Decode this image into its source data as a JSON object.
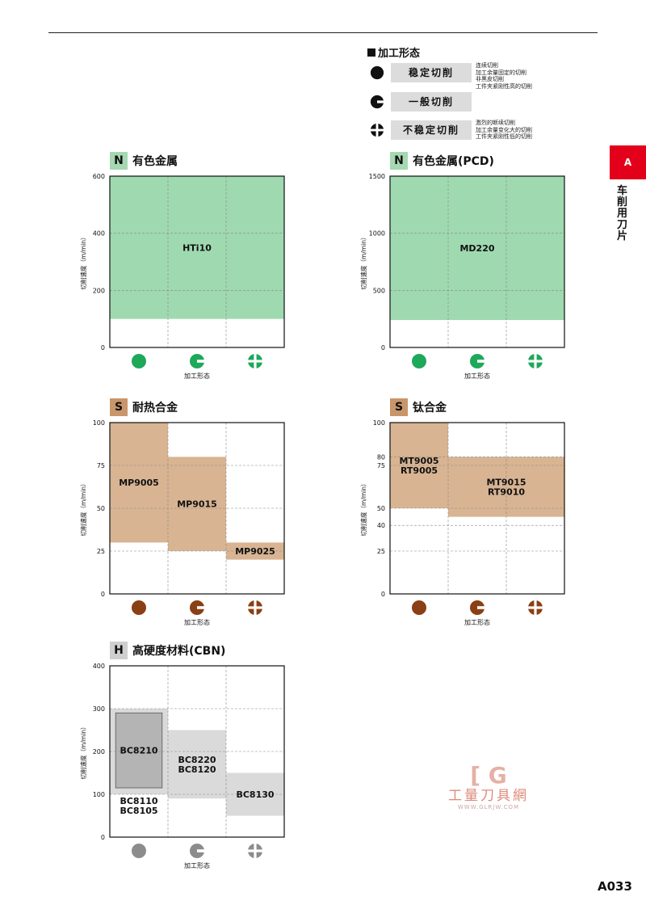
{
  "legend": {
    "title": "加工形态",
    "rows": [
      {
        "icon": "full-circle-icon",
        "label": "稳定切削",
        "desc": "连续切削\n加工余量固定的切削\n非黑皮切削\n工件夹紧刚性高的切削"
      },
      {
        "icon": "notched-circle-icon",
        "label": "一般切削",
        "desc": ""
      },
      {
        "icon": "cross-circle-icon",
        "label": "不稳定切削",
        "desc": "激烈的断续切削\n加工余量变化大的切削\n工件夹紧刚性低的切削"
      }
    ]
  },
  "side_tab": {
    "letter": "A",
    "label": "车削用刀片"
  },
  "page_number": "A033",
  "watermark": {
    "mark": "[ G",
    "text": "工量刀具網",
    "url": "WWW.GLRJW.COM"
  },
  "chart_data": [
    {
      "type": "bar",
      "code": "N",
      "title": "有色金属",
      "ylabel": "切削速度（m/min）",
      "xlabel": "加工形态",
      "categories": [
        "稳定切削",
        "一般切削",
        "不稳定切削"
      ],
      "ylim": [
        0,
        600
      ],
      "yticks": [
        0,
        200,
        400,
        600
      ],
      "grid": true,
      "colors": {
        "code_bg": "#a6d8b2",
        "fill": "#9fd9b0",
        "icon": "#1ea85a"
      },
      "bars": [
        {
          "name": "HTi10",
          "x_from": 0,
          "x_to": 3,
          "y_from": 100,
          "y_to": 600
        }
      ]
    },
    {
      "type": "bar",
      "code": "N",
      "title": "有色金属(PCD)",
      "ylabel": "切削速度（m/min）",
      "xlabel": "加工形态",
      "categories": [
        "稳定切削",
        "一般切削",
        "不稳定切削"
      ],
      "ylim": [
        0,
        1500
      ],
      "yticks": [
        0,
        500,
        1000,
        1500
      ],
      "grid": true,
      "colors": {
        "code_bg": "#a6d8b2",
        "fill": "#9fd9b0",
        "icon": "#1ea85a"
      },
      "bars": [
        {
          "name": "MD220",
          "x_from": 0,
          "x_to": 3,
          "y_from": 240,
          "y_to": 1500
        }
      ]
    },
    {
      "type": "bar",
      "code": "S",
      "title": "耐热合金",
      "ylabel": "切削速度（m/min）",
      "xlabel": "加工形态",
      "categories": [
        "稳定切削",
        "一般切削",
        "不稳定切削"
      ],
      "ylim": [
        0,
        100
      ],
      "yticks": [
        0,
        25,
        50,
        75,
        100
      ],
      "grid": true,
      "colors": {
        "code_bg": "#c9956b",
        "fill": "#d8b492",
        "icon": "#8a3f14"
      },
      "bars": [
        {
          "name": "MP9005",
          "x_from": 0,
          "x_to": 1,
          "y_from": 30,
          "y_to": 100
        },
        {
          "name": "MP9015",
          "x_from": 1,
          "x_to": 2,
          "y_from": 25,
          "y_to": 80
        },
        {
          "name": "MP9025",
          "x_from": 2,
          "x_to": 3,
          "y_from": 20,
          "y_to": 30
        }
      ]
    },
    {
      "type": "bar",
      "code": "S",
      "title": "钛合金",
      "ylabel": "切削速度（m/min）",
      "xlabel": "加工形态",
      "categories": [
        "稳定切削",
        "一般切削",
        "不稳定切削"
      ],
      "ylim": [
        0,
        100
      ],
      "yticks": [
        0,
        25,
        40,
        50,
        75,
        80,
        100
      ],
      "grid": true,
      "colors": {
        "code_bg": "#c9956b",
        "fill": "#d8b492",
        "icon": "#8a3f14"
      },
      "bars": [
        {
          "name": "MT9005\nRT9005",
          "x_from": 0,
          "x_to": 1,
          "y_from": 50,
          "y_to": 100
        },
        {
          "name": "MT9015\nRT9010",
          "x_from": 1,
          "x_to": 3,
          "y_from": 45,
          "y_to": 80
        }
      ]
    },
    {
      "type": "bar",
      "code": "H",
      "title": "高硬度材料(CBN)",
      "ylabel": "切削速度（m/min）",
      "xlabel": "加工形态",
      "categories": [
        "稳定切削",
        "一般切削",
        "不稳定切削"
      ],
      "ylim": [
        0,
        400
      ],
      "yticks": [
        0,
        100,
        200,
        300,
        400
      ],
      "grid": true,
      "colors": {
        "code_bg": "#cfcfcf",
        "fill": "#dadada",
        "icon": "#8c8c8c"
      },
      "bars": [
        {
          "name": "BC8110\nBC8105",
          "x_from": 0,
          "x_to": 1,
          "y_from": 100,
          "y_to": 300,
          "label_pos": "below"
        },
        {
          "name": "BC8210",
          "x_from": 0.1,
          "x_to": 0.9,
          "y_from": 115,
          "y_to": 290,
          "fill": "#b4b4b4"
        },
        {
          "name": "BC8220\nBC8120",
          "x_from": 1,
          "x_to": 2,
          "y_from": 90,
          "y_to": 250
        },
        {
          "name": "BC8130",
          "x_from": 2,
          "x_to": 3,
          "y_from": 50,
          "y_to": 150
        }
      ]
    }
  ]
}
